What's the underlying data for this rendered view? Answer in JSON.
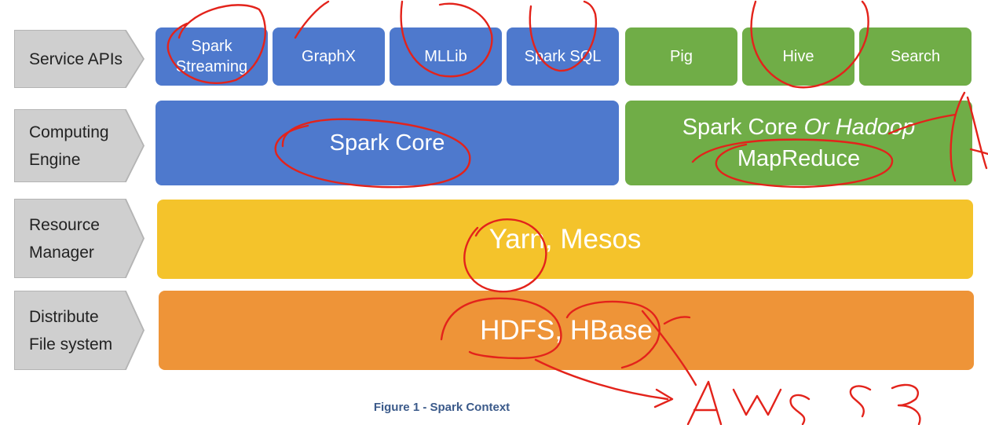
{
  "layers": [
    {
      "label": "Service APIs"
    },
    {
      "label": "Computing Engine",
      "line1": "Computing",
      "line2": "Engine"
    },
    {
      "label": "Resource Manager",
      "line1": "Resource",
      "line2": "Manager"
    },
    {
      "label": "Distribute File system",
      "line1": "Distribute",
      "line2": "File system"
    }
  ],
  "apis": {
    "spark_streaming": {
      "line1": "Spark",
      "line2": "Streaming"
    },
    "graphx": "GraphX",
    "mllib": "MLLib",
    "spark_sql": "Spark SQL",
    "pig": "Pig",
    "hive": "Hive",
    "search": "Search"
  },
  "engine": {
    "spark_core": "Spark Core",
    "alt_line1_plain": "Spark Core ",
    "alt_line1_italic": "Or Hadoop",
    "alt_line2": "MapReduce"
  },
  "resource_manager": "Yarn, Mesos",
  "file_system": "HDFS, HBase",
  "caption": "Figure 1 - Spark Context",
  "annotation": "AWS S3",
  "colors": {
    "spark_blue": "#4e79cd",
    "hadoop_green": "#70ad47",
    "resource_yellow": "#f4c32b",
    "filesystem_orange": "#ee9438",
    "arrow_gray": "#cfcfcf",
    "ink_red": "#e3231b",
    "caption_blue": "#3b5a8a"
  }
}
